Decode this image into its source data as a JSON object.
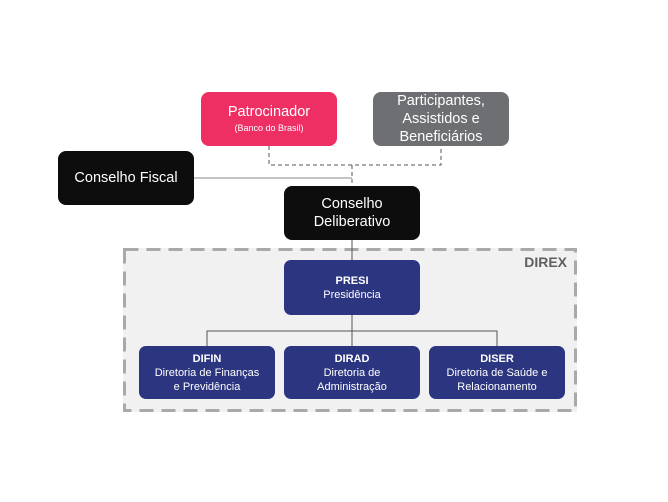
{
  "diagram": {
    "patrocinador": {
      "title": "Patrocinador",
      "subtitle": "(Banco do Brasil)"
    },
    "participantes": {
      "lines": [
        "Participantes,",
        "Assistidos e",
        "Beneficiários"
      ]
    },
    "conselho_fiscal": {
      "title": "Conselho Fiscal"
    },
    "conselho_deliberativo": {
      "lines": [
        "Conselho",
        "Deliberativo"
      ]
    },
    "direx": {
      "label": "DIREX",
      "presi": {
        "code": "PRESI",
        "name": "Presidência"
      },
      "directorates": [
        {
          "code": "DIFIN",
          "name_lines": [
            "Diretoria de Finanças",
            "e Previdência"
          ]
        },
        {
          "code": "DIRAD",
          "name_lines": [
            "Diretoria de",
            "Administração"
          ]
        },
        {
          "code": "DISER",
          "name_lines": [
            "Diretoria de Saúde e",
            "Relacionamento"
          ]
        }
      ]
    },
    "colors": {
      "patrocinador": "#ee2f63",
      "participantes": "#6e6f72",
      "conselhos": "#0d0d0d",
      "directorates": "#2c3580",
      "direx_fill": "#f1f1f1",
      "direx_border": "#a9a9a9"
    }
  }
}
